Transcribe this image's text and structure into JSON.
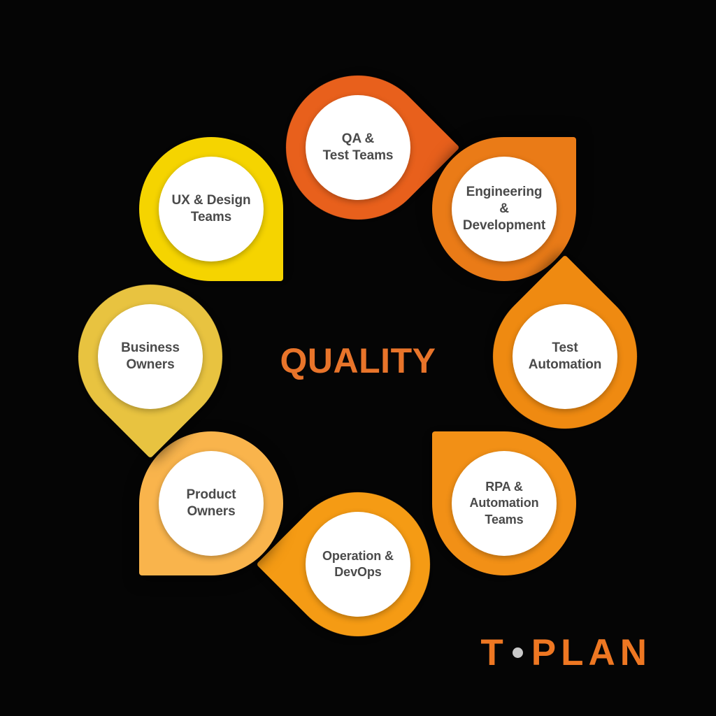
{
  "background_color": "#050505",
  "hub": {
    "text": "QUALITY",
    "color": "#E8742A"
  },
  "label_text_color": "#4A4A4A",
  "pins": [
    {
      "id": "qa-test-teams",
      "label": "QA &\nTest Teams",
      "color": "#E8601C",
      "position": "top",
      "pointer_direction": "down"
    },
    {
      "id": "engineering-development",
      "label": "Engineering\n&\nDevelopment",
      "color": "#EA7B17",
      "position": "top-right",
      "pointer_direction": "down-left"
    },
    {
      "id": "test-automation",
      "label": "Test\nAutomation",
      "color": "#EF8A11",
      "position": "right",
      "pointer_direction": "left"
    },
    {
      "id": "rpa-automation-teams",
      "label": "RPA &\nAutomation\nTeams",
      "color": "#F29016",
      "position": "bottom-right",
      "pointer_direction": "up-left"
    },
    {
      "id": "operation-devops",
      "label": "Operation &\nDevOps",
      "color": "#F59B14",
      "position": "bottom",
      "pointer_direction": "up"
    },
    {
      "id": "product-owners",
      "label": "Product\nOwners",
      "color": "#F9B44C",
      "position": "bottom-left",
      "pointer_direction": "up-right"
    },
    {
      "id": "business-owners",
      "label": "Business\nOwners",
      "color": "#E8C340",
      "position": "left",
      "pointer_direction": "right"
    },
    {
      "id": "ux-design-teams",
      "label": "UX & Design\nTeams",
      "color": "#F5D400",
      "position": "top-left",
      "pointer_direction": "down-right"
    }
  ],
  "logo": {
    "left_text": "T",
    "right_text": "PLAN",
    "dot_color": "#C9C9C9",
    "color": "#EE7722"
  },
  "chart_data": {
    "type": "diagram",
    "title": "QUALITY",
    "subtype": "radial-pin-wheel",
    "center_label": "QUALITY",
    "categories": [
      "QA & Test Teams",
      "Engineering & Development",
      "Test Automation",
      "RPA & Automation Teams",
      "Operation & DevOps",
      "Product Owners",
      "Business Owners",
      "UX & Design Teams"
    ],
    "node_count": 8,
    "legend": []
  }
}
